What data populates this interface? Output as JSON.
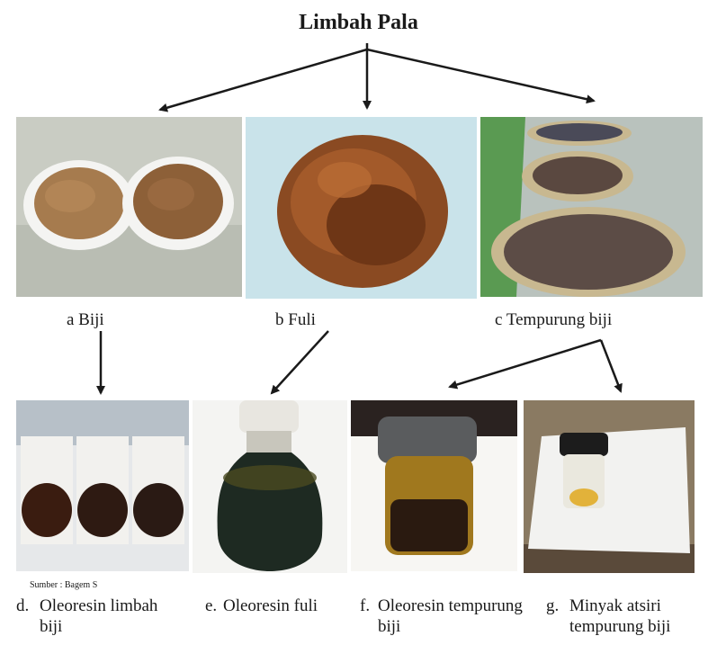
{
  "title": "Limbah Pala",
  "sources": [
    {
      "id": "a",
      "label": "a Biji",
      "photo": "nutmeg-seed-waste-in-plates"
    },
    {
      "id": "b",
      "label": "b Fuli",
      "photo": "mace-pile"
    },
    {
      "id": "c",
      "label": "c Tempurung biji",
      "photo": "seed-shells-in-woven-trays"
    }
  ],
  "products": [
    {
      "id": "d",
      "marker": "d.",
      "label_lines": [
        "Oleoresin limbah",
        "biji"
      ],
      "photo": "oleoresin-jars"
    },
    {
      "id": "e",
      "marker": "e.",
      "label_lines": [
        "Oleoresin fuli"
      ],
      "photo": "oleoresin-bottle"
    },
    {
      "id": "f",
      "marker": "f.",
      "label_lines": [
        "Oleoresin tempurung",
        "biji"
      ],
      "photo": "oleoresin-jar"
    },
    {
      "id": "g",
      "marker": "g.",
      "label_lines": [
        "Minyak atsiri",
        "tempurung biji"
      ],
      "photo": "essential-oil-vial"
    }
  ],
  "edges": [
    {
      "from": "title",
      "to": "a"
    },
    {
      "from": "title",
      "to": "b"
    },
    {
      "from": "title",
      "to": "c"
    },
    {
      "from": "a",
      "to": "d"
    },
    {
      "from": "b",
      "to": "e"
    },
    {
      "from": "c",
      "to": "f"
    },
    {
      "from": "c",
      "to": "g"
    }
  ],
  "source_note": "Sumber : Bagem S",
  "colors": {
    "arrow": "#1a1a1a",
    "text": "#1a1a1a"
  }
}
